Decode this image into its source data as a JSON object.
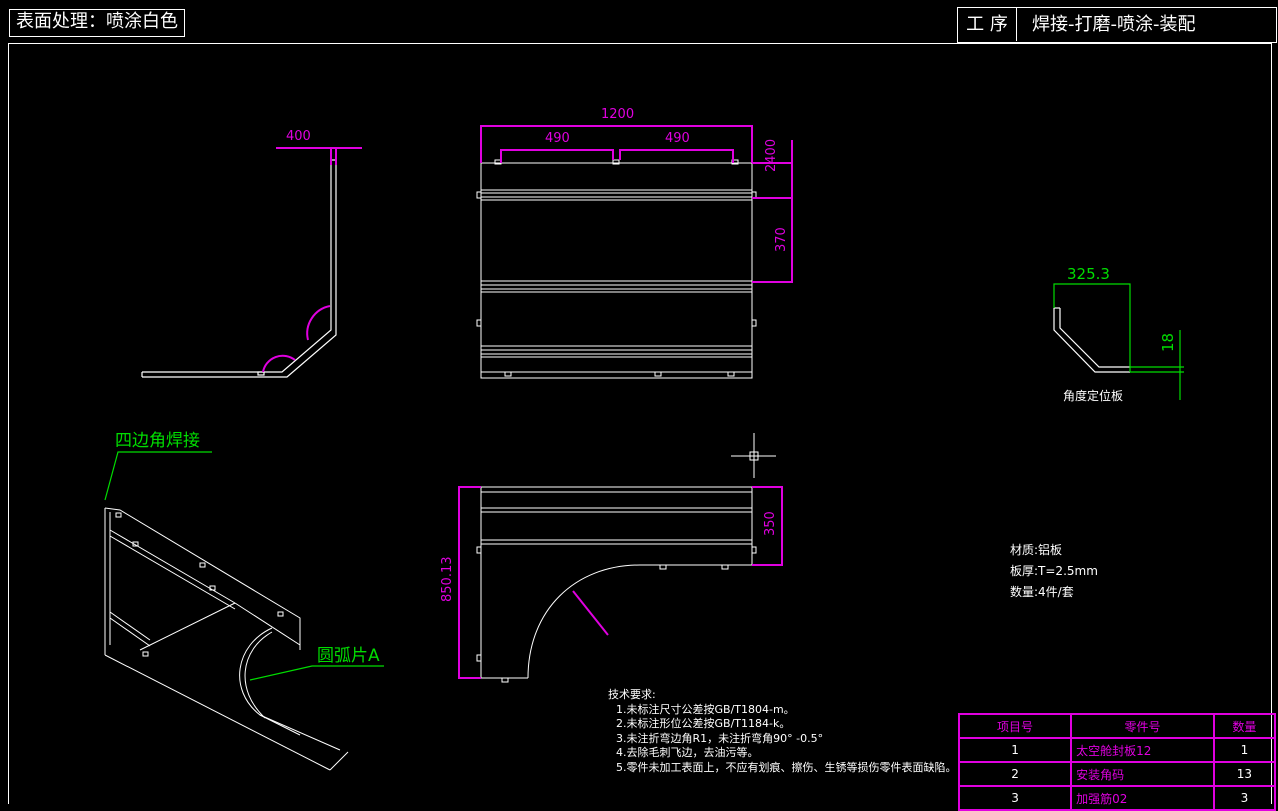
{
  "header": {
    "surface_treatment": "表面处理：喷涂白色",
    "process_label": "工 序",
    "process_value": "焊接-打磨-喷涂-装配"
  },
  "dimensions": {
    "side_top": "400",
    "top_overall": "1200",
    "top_left": "490",
    "top_right": "490",
    "top_v1": "2400",
    "top_v2": "370",
    "bracket_width": "325.3",
    "bracket_height": "18",
    "front_height": "850.13",
    "front_right": "350"
  },
  "annotations": {
    "corner_weld": "四边角焊接",
    "arc_piece": "圆弧片A",
    "bracket_caption": "角度定位板"
  },
  "material": {
    "material": "材质:铝板",
    "thickness": "板厚:T=2.5mm",
    "quantity": "数量:4件/套"
  },
  "tech_requirements": {
    "title": "技术要求:",
    "items": [
      "1.未标注尺寸公差按GB/T1804-m。",
      "2.未标注形位公差按GB/T1184-k。",
      "3.未注折弯边角R1，未注折弯角90° -0.5°",
      "4.去除毛刺飞边，去油污等。",
      "5.零件未加工表面上，不应有划痕、擦伤、生锈等损伤零件表面缺陷。"
    ]
  },
  "parts_table": {
    "headers": [
      "项目号",
      "零件号",
      "数量"
    ],
    "rows": [
      [
        "1",
        "太空舱封板12",
        "1"
      ],
      [
        "2",
        "安装角码",
        "13"
      ],
      [
        "3",
        "加强筋02",
        "3"
      ]
    ]
  },
  "colors": {
    "background": "#000000",
    "outline": "#ffffff",
    "dimension_magenta": "#e000e0",
    "dimension_green": "#00dd00"
  }
}
